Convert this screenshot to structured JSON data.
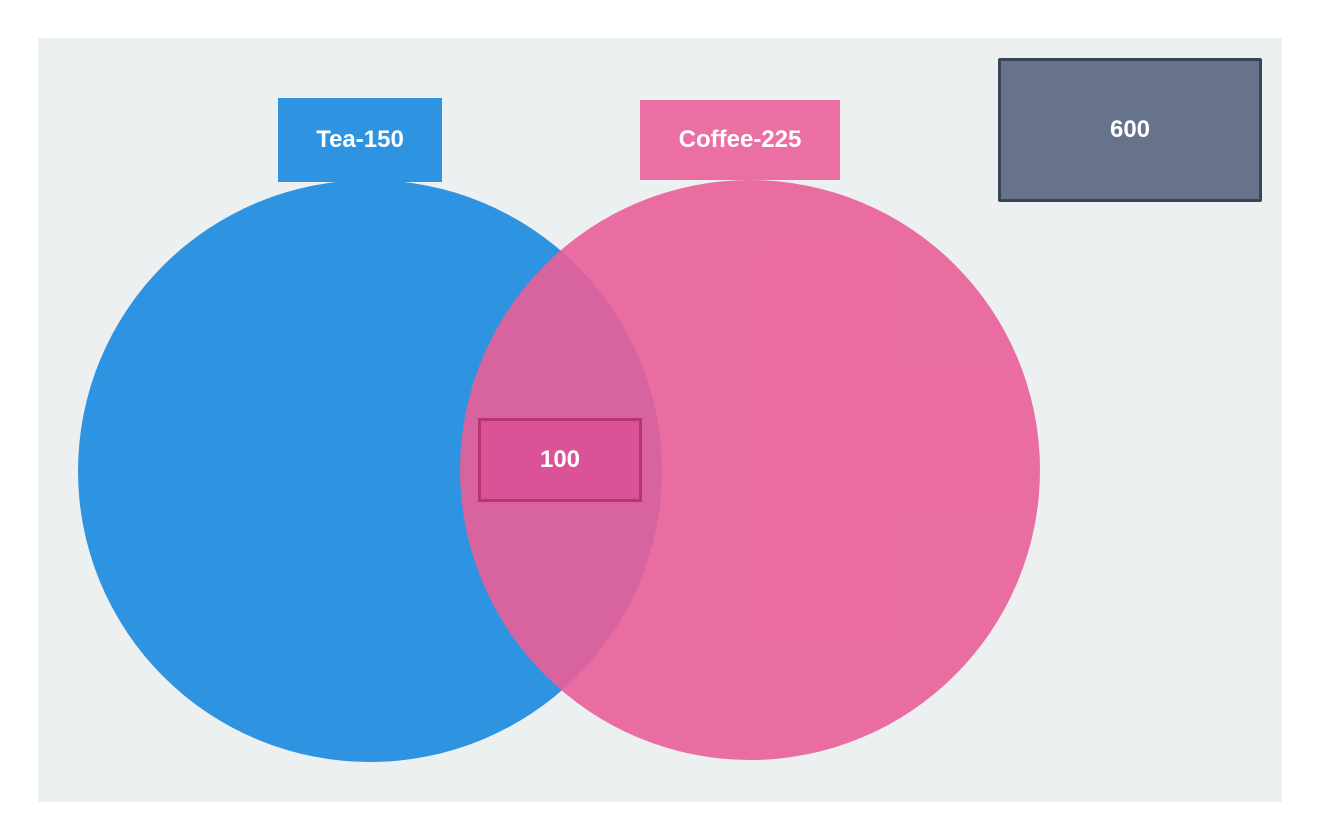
{
  "venn": {
    "sets": [
      {
        "id": "tea",
        "label": "Tea-150",
        "color": "#2e93e1"
      },
      {
        "id": "coffee",
        "label": "Coffee-225",
        "color": "#ec6fa4"
      }
    ],
    "intersection": {
      "label": "100",
      "color": "#da5396"
    },
    "total": {
      "label": "600",
      "color": "#67738a"
    },
    "background_color": "#ecf0f1"
  }
}
